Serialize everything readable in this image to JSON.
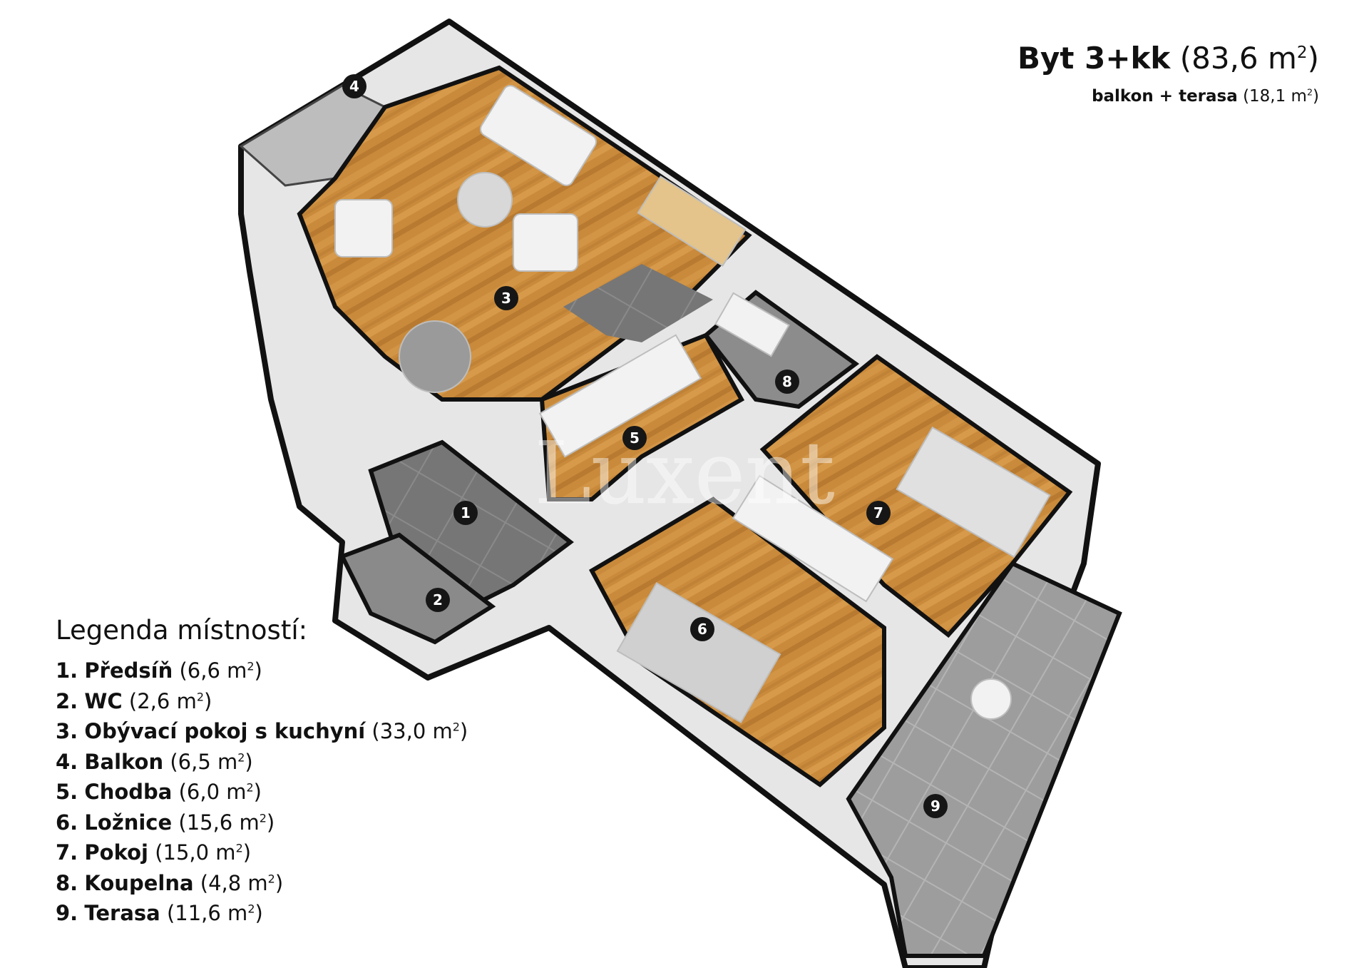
{
  "title": {
    "type_label": "Byt 3+kk",
    "area_prefix": "(83,6 m",
    "area_sup": "2",
    "area_suffix": ")",
    "sub_label": "balkon + terasa",
    "sub_prefix": "(18,1 m",
    "sub_sup": "2",
    "sub_suffix": ")"
  },
  "watermark": "Luxent",
  "legend": {
    "heading": "Legenda místností:",
    "items": [
      {
        "num": "1.",
        "name": "Předsíň",
        "area": "(6,6 m",
        "sup": "2",
        "close": ")"
      },
      {
        "num": "2.",
        "name": "WC",
        "area": "(2,6 m",
        "sup": "2",
        "close": ")"
      },
      {
        "num": "3.",
        "name": "Obývací pokoj s kuchyní",
        "area": "(33,0 m",
        "sup": "2",
        "close": ")"
      },
      {
        "num": "4.",
        "name": "Balkon",
        "area": "(6,5 m",
        "sup": "2",
        "close": ")"
      },
      {
        "num": "5.",
        "name": "Chodba",
        "area": "(6,0 m",
        "sup": "2",
        "close": ")"
      },
      {
        "num": "6.",
        "name": "Ložnice",
        "area": "(15,6 m",
        "sup": "2",
        "close": ")"
      },
      {
        "num": "7.",
        "name": "Pokoj",
        "area": "(15,0 m",
        "sup": "2",
        "close": ")"
      },
      {
        "num": "8.",
        "name": "Koupelna",
        "area": "(4,8 m",
        "sup": "2",
        "close": ")"
      },
      {
        "num": "9.",
        "name": "Terasa",
        "area": "(11,6 m",
        "sup": "2",
        "close": ")"
      }
    ]
  },
  "markers": [
    "1",
    "2",
    "3",
    "4",
    "5",
    "6",
    "7",
    "8",
    "9"
  ],
  "colors": {
    "wood": "#c98a3b",
    "tile": "#7a7a7a",
    "wall": "#111111",
    "wall_side": "#e6e6e6",
    "marker": "#161616"
  }
}
